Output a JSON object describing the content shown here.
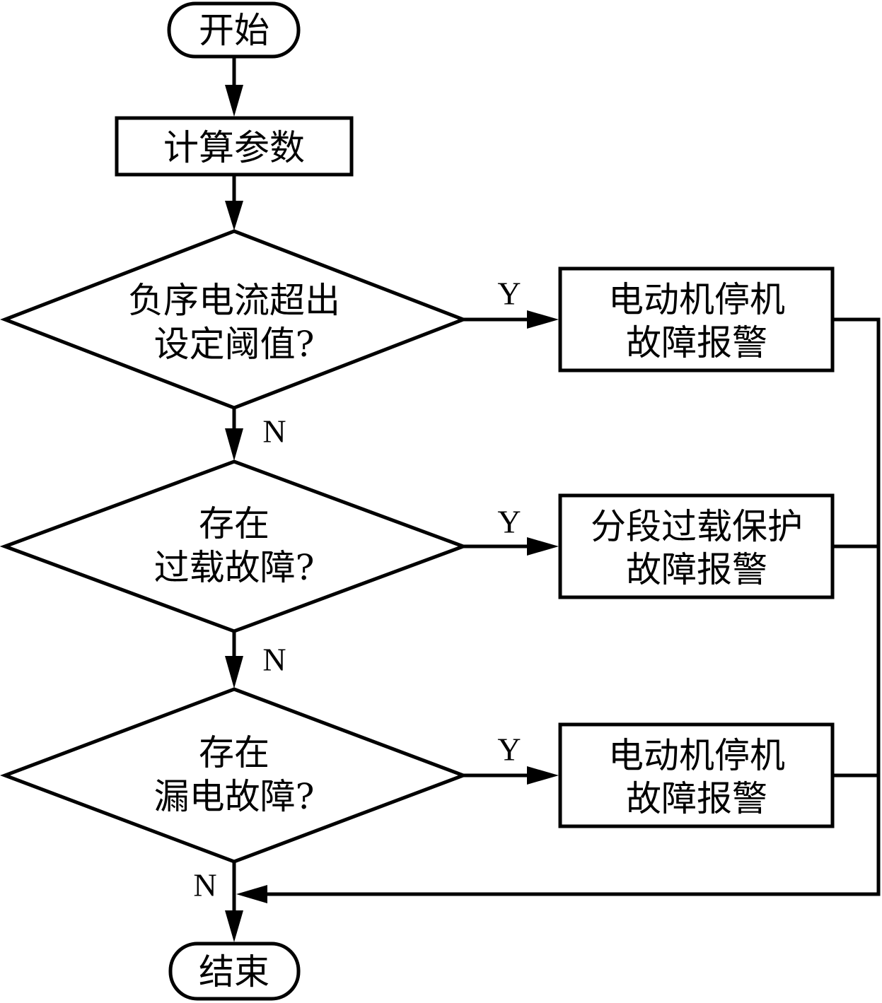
{
  "diagram": {
    "type": "flowchart",
    "nodes": {
      "start": {
        "kind": "terminal",
        "lines": [
          "开始"
        ]
      },
      "calc": {
        "kind": "process",
        "lines": [
          "计算参数"
        ]
      },
      "decision1": {
        "kind": "decision",
        "lines": [
          "负序电流超出",
          "设定阈值?"
        ]
      },
      "action1": {
        "kind": "process",
        "lines": [
          "电动机停机",
          "故障报警"
        ]
      },
      "decision2": {
        "kind": "decision",
        "lines": [
          "存在",
          "过载故障?"
        ]
      },
      "action2": {
        "kind": "process",
        "lines": [
          "分段过载保护",
          "故障报警"
        ]
      },
      "decision3": {
        "kind": "decision",
        "lines": [
          "存在",
          "漏电故障?"
        ]
      },
      "action3": {
        "kind": "process",
        "lines": [
          "电动机停机",
          "故障报警"
        ]
      },
      "end": {
        "kind": "terminal",
        "lines": [
          "结束"
        ]
      }
    },
    "branch_labels": {
      "d1_yes": "Y",
      "d1_no": "N",
      "d2_yes": "Y",
      "d2_no": "N",
      "d3_yes": "Y",
      "d3_no": "N"
    },
    "edges": [
      {
        "from": "start",
        "to": "calc"
      },
      {
        "from": "calc",
        "to": "decision1"
      },
      {
        "from": "decision1",
        "to": "action1",
        "label": "Y"
      },
      {
        "from": "decision1",
        "to": "decision2",
        "label": "N"
      },
      {
        "from": "decision2",
        "to": "action2",
        "label": "Y"
      },
      {
        "from": "decision2",
        "to": "decision3",
        "label": "N"
      },
      {
        "from": "decision3",
        "to": "action3",
        "label": "Y"
      },
      {
        "from": "decision3",
        "to": "end",
        "label": "N"
      },
      {
        "from": "action1",
        "to": "end"
      },
      {
        "from": "action2",
        "to": "end"
      },
      {
        "from": "action3",
        "to": "end"
      }
    ]
  }
}
